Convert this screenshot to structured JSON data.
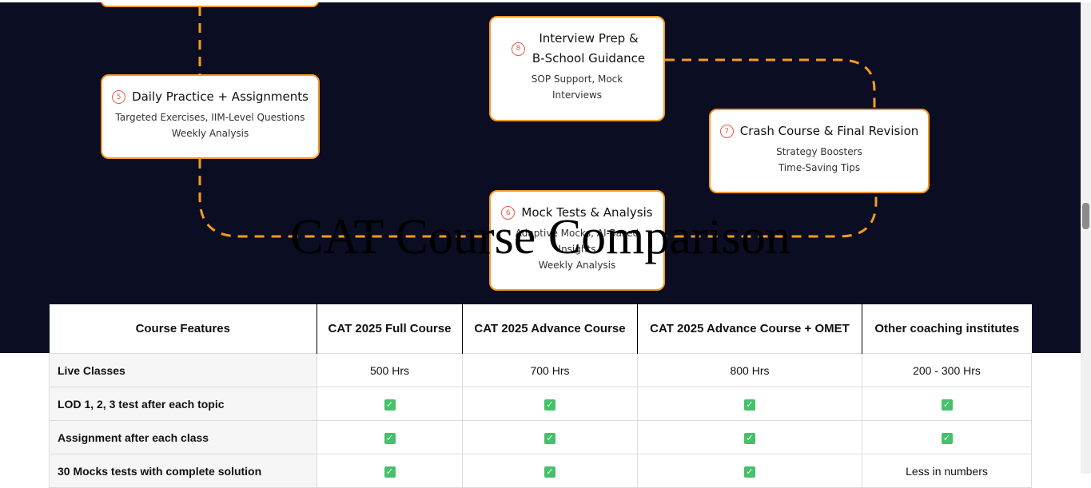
{
  "roadmap": {
    "line_color": "#f59a23",
    "cards": [
      {
        "num": "5",
        "title": "Daily Practice + Assignments",
        "lines": [
          "Targeted Exercises, IIM-Level Questions",
          "Weekly Analysis"
        ]
      },
      {
        "num": "8",
        "title": "Interview Prep & B-School Guidance",
        "lines": [
          "SOP Support, Mock",
          "Interviews"
        ]
      },
      {
        "num": "7",
        "title": "Crash Course & Final Revision",
        "lines": [
          "Strategy Boosters",
          "Time-Saving Tips"
        ]
      },
      {
        "num": "6",
        "title": "Mock Tests & Analysis",
        "lines": [
          "Adaptive Mocks, AI-Based",
          "Insights",
          "Weekly Analysis"
        ]
      }
    ]
  },
  "heading": "CAT Course Comparison",
  "table": {
    "headers": [
      "Course Features",
      "CAT 2025 Full Course",
      "CAT 2025 Advance Course",
      "CAT 2025 Advance Course + OMET",
      "Other coaching institutes"
    ],
    "rows": [
      {
        "feature": "Live Classes",
        "cells": [
          "500 Hrs",
          "700 Hrs",
          "800 Hrs",
          "200 - 300 Hrs"
        ]
      },
      {
        "feature": "LOD 1, 2, 3 test after each topic",
        "cells": [
          "check",
          "check",
          "check",
          "check"
        ]
      },
      {
        "feature": "Assignment after each class",
        "cells": [
          "check",
          "check",
          "check",
          "check"
        ]
      },
      {
        "feature": "30 Mocks tests with complete solution",
        "cells": [
          "check",
          "check",
          "check",
          "Less in numbers"
        ]
      }
    ]
  }
}
